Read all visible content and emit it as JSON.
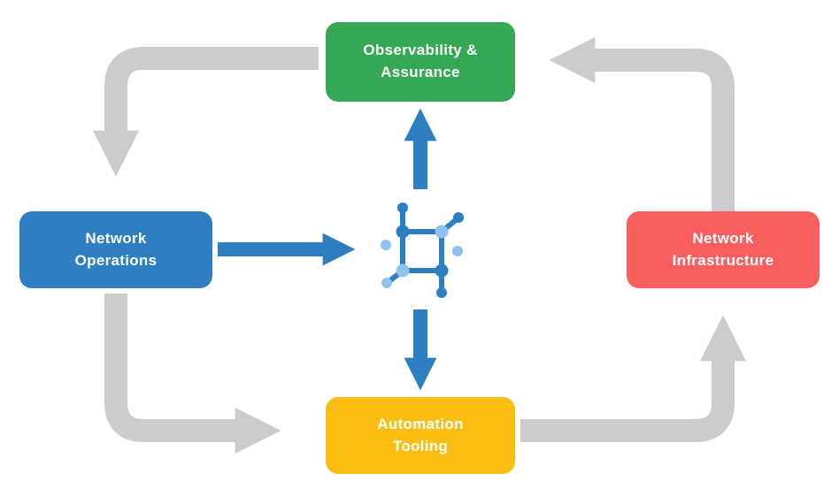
{
  "colors": {
    "background": "#ffffff",
    "text": "#ffffff",
    "arrow_gray": "#cccccc",
    "arrow_blue": "#2d7fc1",
    "icon_dark": "#2d7fc1",
    "icon_light": "#8fc2ee"
  },
  "nodes": [
    {
      "id": "observability-assurance",
      "label": "Observability &\nAssurance",
      "color": "#34a853"
    },
    {
      "id": "network-operations",
      "label": "Network\nOperations",
      "color": "#2d7fc1"
    },
    {
      "id": "network-infrastructure",
      "label": "Network\nInfrastructure",
      "color": "#fa5f5f"
    },
    {
      "id": "automation-tooling",
      "label": "Automation\nTooling",
      "color": "#fcbd13"
    }
  ],
  "center_icon": {
    "name": "network-topology-icon"
  },
  "arrows": [
    {
      "from": "observability-assurance",
      "to": "network-operations",
      "style": "gray"
    },
    {
      "from": "network-operations",
      "to": "center-icon",
      "style": "blue"
    },
    {
      "from": "center-icon",
      "to": "observability-assurance",
      "style": "blue"
    },
    {
      "from": "center-icon",
      "to": "automation-tooling",
      "style": "blue"
    },
    {
      "from": "network-operations",
      "to": "automation-tooling",
      "style": "gray"
    },
    {
      "from": "automation-tooling",
      "to": "network-infrastructure",
      "style": "gray"
    },
    {
      "from": "network-infrastructure",
      "to": "observability-assurance",
      "style": "gray"
    }
  ]
}
